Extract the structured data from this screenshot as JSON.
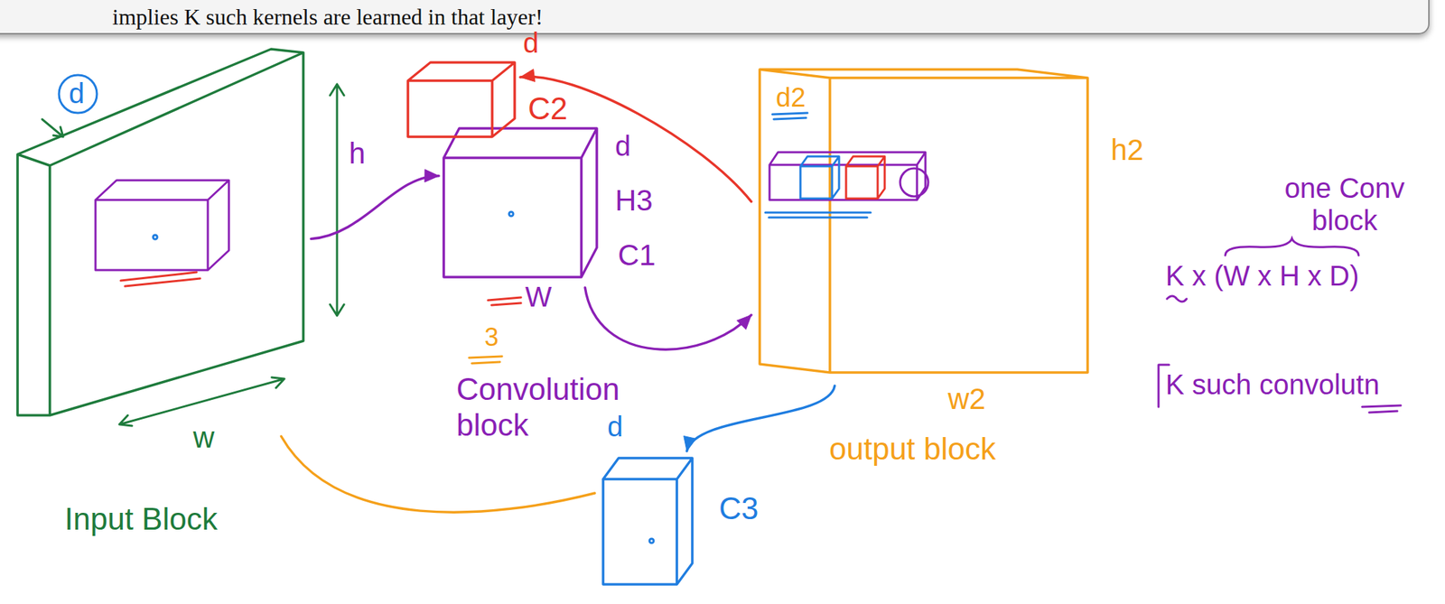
{
  "diagram": {
    "nodes": [
      {
        "text": [
          "Input Block"
        ]
      },
      {
        "text": [
          "Convolution block"
        ]
      },
      {
        "text": [
          "output block"
        ]
      },
      {
        "text": [
          "C2"
        ]
      },
      {
        "text": [
          "C3"
        ]
      }
    ],
    "edges": [
      {
        "from": 0,
        "to": 1,
        "arrow": "to"
      },
      {
        "from": 1,
        "to": 2,
        "arrow": "to"
      },
      {
        "from": 2,
        "to": 3,
        "arrow": "to"
      },
      {
        "from": 2,
        "to": 4,
        "arrow": "to"
      },
      {
        "from": 0,
        "to": 4,
        "arrow": "none"
      }
    ],
    "labels": [
      "implies K such kernels are learned in that layer!",
      "d",
      "h",
      "w",
      "d",
      "d",
      "H3",
      "C1",
      "W",
      "3",
      "d2",
      "h2",
      "w2",
      "d",
      "one Conv block",
      "K x (W x H x D)",
      "K such convolutn"
    ]
  }
}
